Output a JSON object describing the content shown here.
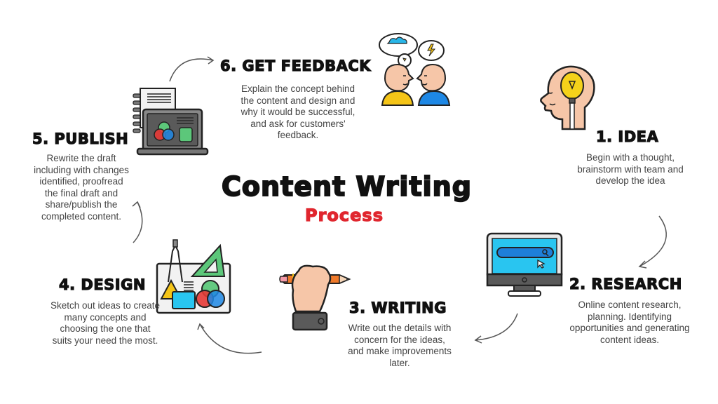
{
  "title": {
    "main": "Content Writing",
    "sub": "Process",
    "sub_color": "#e0262e"
  },
  "steps": [
    {
      "number": 1,
      "title": "1. IDEA",
      "description": "Begin with a thought, brainstorm with team and develop the idea",
      "icon": "head-lightbulb-icon"
    },
    {
      "number": 2,
      "title": "2. RESEARCH",
      "description": "Online content research, planning. Identifying opportunities and generating content ideas.",
      "icon": "monitor-search-icon"
    },
    {
      "number": 3,
      "title": "3. WRITING",
      "description": "Write out the details with concern for the ideas, and make improvements later.",
      "icon": "hand-pencil-icon"
    },
    {
      "number": 4,
      "title": "4. DESIGN",
      "description": "Sketch out ideas to create many concepts and choosing the one that suits your need the most.",
      "icon": "design-board-icon"
    },
    {
      "number": 5,
      "title": "5. PUBLISH",
      "description": "Rewrite the draft including with changes identified, proofread the final draft and share/publish the completed content.",
      "icon": "laptop-notebook-icon"
    },
    {
      "number": 6,
      "title": "6. GET FEEDBACK",
      "description": "Explain the concept behind the content and design and why it would be successful, and ask for customers' feedback.",
      "icon": "conversation-icon"
    }
  ],
  "colors": {
    "accent_red": "#e0262e",
    "skin": "#f6c6a8",
    "yellow": "#f5c518",
    "blue": "#1e88e5",
    "cyan": "#29c5f0",
    "green": "#5cc77a",
    "gray": "#5a5a5a"
  }
}
